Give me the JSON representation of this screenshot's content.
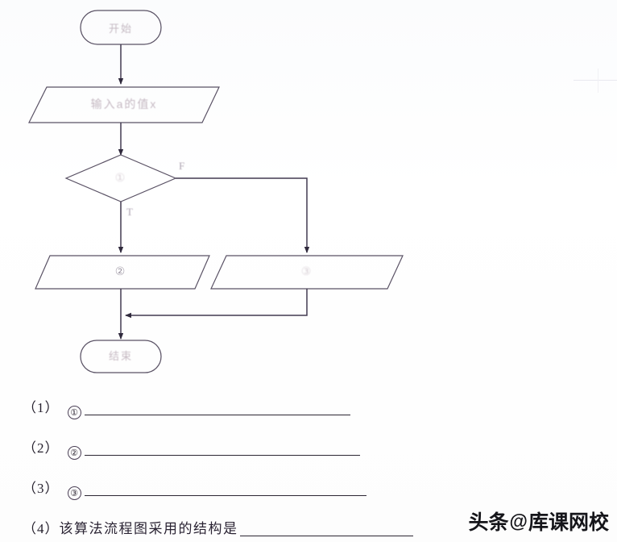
{
  "document": {
    "type": "scanned-worksheet",
    "language": "zh-CN"
  },
  "flowchart": {
    "title": "算法流程图",
    "line_color": "#4a3f58",
    "text_color": "#6b4a62",
    "nodes": [
      {
        "id": "start",
        "shape": "terminator",
        "label": "开始"
      },
      {
        "id": "input",
        "shape": "parallelogram",
        "label": "输入a的值x"
      },
      {
        "id": "decision",
        "shape": "diamond",
        "label": "①"
      },
      {
        "id": "proc_left",
        "shape": "parallelogram",
        "label": "②"
      },
      {
        "id": "proc_right",
        "shape": "parallelogram",
        "label": "③"
      },
      {
        "id": "end",
        "shape": "terminator",
        "label": "结束"
      }
    ],
    "branch_labels": {
      "false": "F",
      "true": "T"
    }
  },
  "questions": [
    {
      "number": "（1）",
      "marker": "①",
      "text": ""
    },
    {
      "number": "（2）",
      "marker": "②",
      "text": ""
    },
    {
      "number": "（3）",
      "marker": "③",
      "text": ""
    },
    {
      "number": "（4）",
      "marker": "",
      "text": "该算法流程图采用的结构是"
    }
  ],
  "watermark": {
    "brand": "头条",
    "at": "@",
    "account": "库课网校"
  }
}
